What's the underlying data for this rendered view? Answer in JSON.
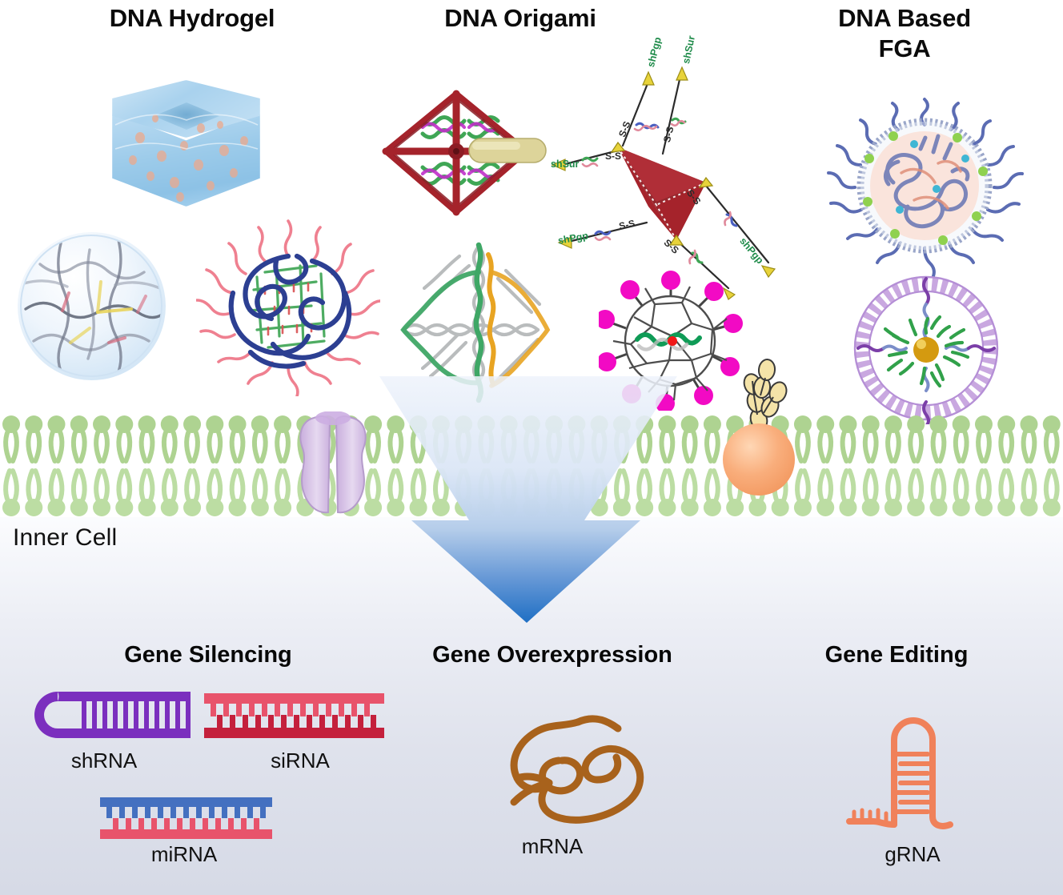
{
  "figure": {
    "type": "scientific-schematic",
    "subject": "DNA nanostructure-based gene delivery platforms and intracellular gene regulation"
  },
  "columns": [
    {
      "key": "hydrogel",
      "title": "DNA Hydrogel"
    },
    {
      "key": "origami",
      "title": "DNA Origami"
    },
    {
      "key": "fga",
      "title": "DNA Based\nFGA"
    }
  ],
  "origami": {
    "tetrahedron_labels": [
      {
        "text": "shPgp",
        "position": "top-left-arm"
      },
      {
        "text": "shSur",
        "position": "top-right-arm"
      },
      {
        "text": "shSur",
        "position": "left-upper-arm"
      },
      {
        "text": "shPgp",
        "position": "left-lower-arm"
      },
      {
        "text": "shPgp",
        "position": "bottom-right-arm"
      }
    ],
    "linker_labels": [
      {
        "text": "S-S"
      },
      {
        "text": "S-S"
      },
      {
        "text": "S-S"
      },
      {
        "text": "S-S"
      },
      {
        "text": "S-S"
      },
      {
        "text": "S-S"
      }
    ]
  },
  "membrane": {
    "inner_cell_label": "Inner Cell",
    "lipid_count_per_row": 47,
    "channel_protein": "membrane-channel-protein",
    "receptor": "glycoprotein-receptor"
  },
  "arrow": {
    "direction": "down",
    "meaning": "cellular-uptake-and-delivery"
  },
  "sections": [
    {
      "key": "gene-silencing",
      "title": "Gene Silencing",
      "molecules": [
        {
          "key": "shrna",
          "label": "shRNA",
          "color": "#7b2fbe",
          "shape": "hairpin-duplex"
        },
        {
          "key": "sirna",
          "label": "siRNA",
          "color_top": "#e8536b",
          "color_bottom": "#c4203c",
          "shape": "double-strand"
        },
        {
          "key": "mirna",
          "label": "miRNA",
          "color_top": "#4470c0",
          "color_bottom": "#e8536b",
          "shape": "double-strand"
        }
      ]
    },
    {
      "key": "gene-overexpression",
      "title": "Gene Overexpression",
      "molecules": [
        {
          "key": "mrna",
          "label": "mRNA",
          "color": "#a8621c",
          "shape": "looped-single-strand"
        }
      ]
    },
    {
      "key": "gene-editing",
      "title": "Gene Editing",
      "molecules": [
        {
          "key": "grna",
          "label": "gRNA",
          "color": "#f0815a",
          "shape": "stem-loop"
        }
      ]
    }
  ],
  "colors": {
    "title_text": "#0b0b0b",
    "lipid_green": "#a9d08e",
    "lipid_green_light": "#c3e0ab",
    "channel_purple": "#d2badf",
    "receptor_orange": "#f6ab77",
    "arrow_blue_dark": "#1f6fc4",
    "arrow_blue_light": "#dfe9f6",
    "origami_red": "#a5232b",
    "fullerene_magenta": "#f20ac4",
    "inner_bg_top": "#fbfcfe",
    "inner_bg_bottom": "#d6dae6"
  },
  "icons": {
    "hydrogel_cube": "hydrogel-cube-icon",
    "hydrogel_network": "hydrogel-network-sphere-icon",
    "hydrogel_polymer": "hydrogel-polymer-blob-icon",
    "origami_star": "origami-star-frame-icon",
    "origami_tetra": "origami-tetrahedron-icon",
    "origami_diamond": "origami-diamond-wireframe-icon",
    "fullerene": "fullerene-cage-icon",
    "fga_micelle": "fga-micelle-icon",
    "fga_liposome": "fga-liposome-icon"
  }
}
